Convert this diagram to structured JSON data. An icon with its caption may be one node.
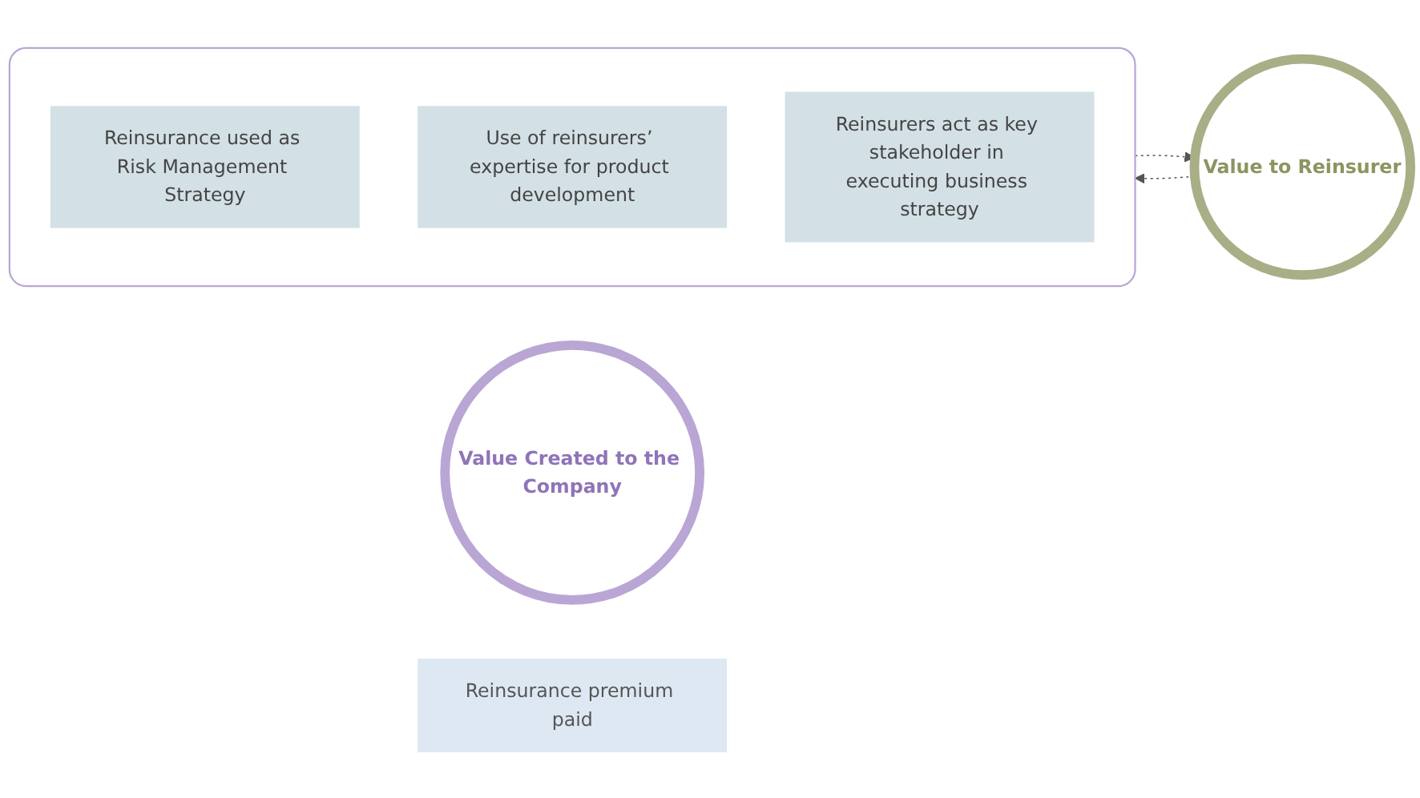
{
  "diagram": {
    "nodes": [
      {
        "text": [
          "Value Created to the Company"
        ]
      },
      {
        "text": [],
        "shape": "box"
      },
      {
        "text": [
          "Reinsurance used as Risk Management Strategy"
        ],
        "in": 1
      },
      {
        "text": [
          "Use of reinsurers’ expertise for product development"
        ],
        "in": 1
      },
      {
        "text": [
          "Reinsurers act as key stakeholder in executing business strategy"
        ],
        "in": 1
      },
      {
        "text": [
          "Reinsurance premium paid"
        ]
      },
      {
        "text": [
          "Value to Reinsurer"
        ]
      }
    ],
    "edges": [
      {
        "from": 1,
        "to": 6,
        "arrow": "to",
        "style": "dashed"
      },
      {
        "from": 6,
        "to": 1,
        "arrow": "to",
        "style": "dashed"
      }
    ]
  }
}
